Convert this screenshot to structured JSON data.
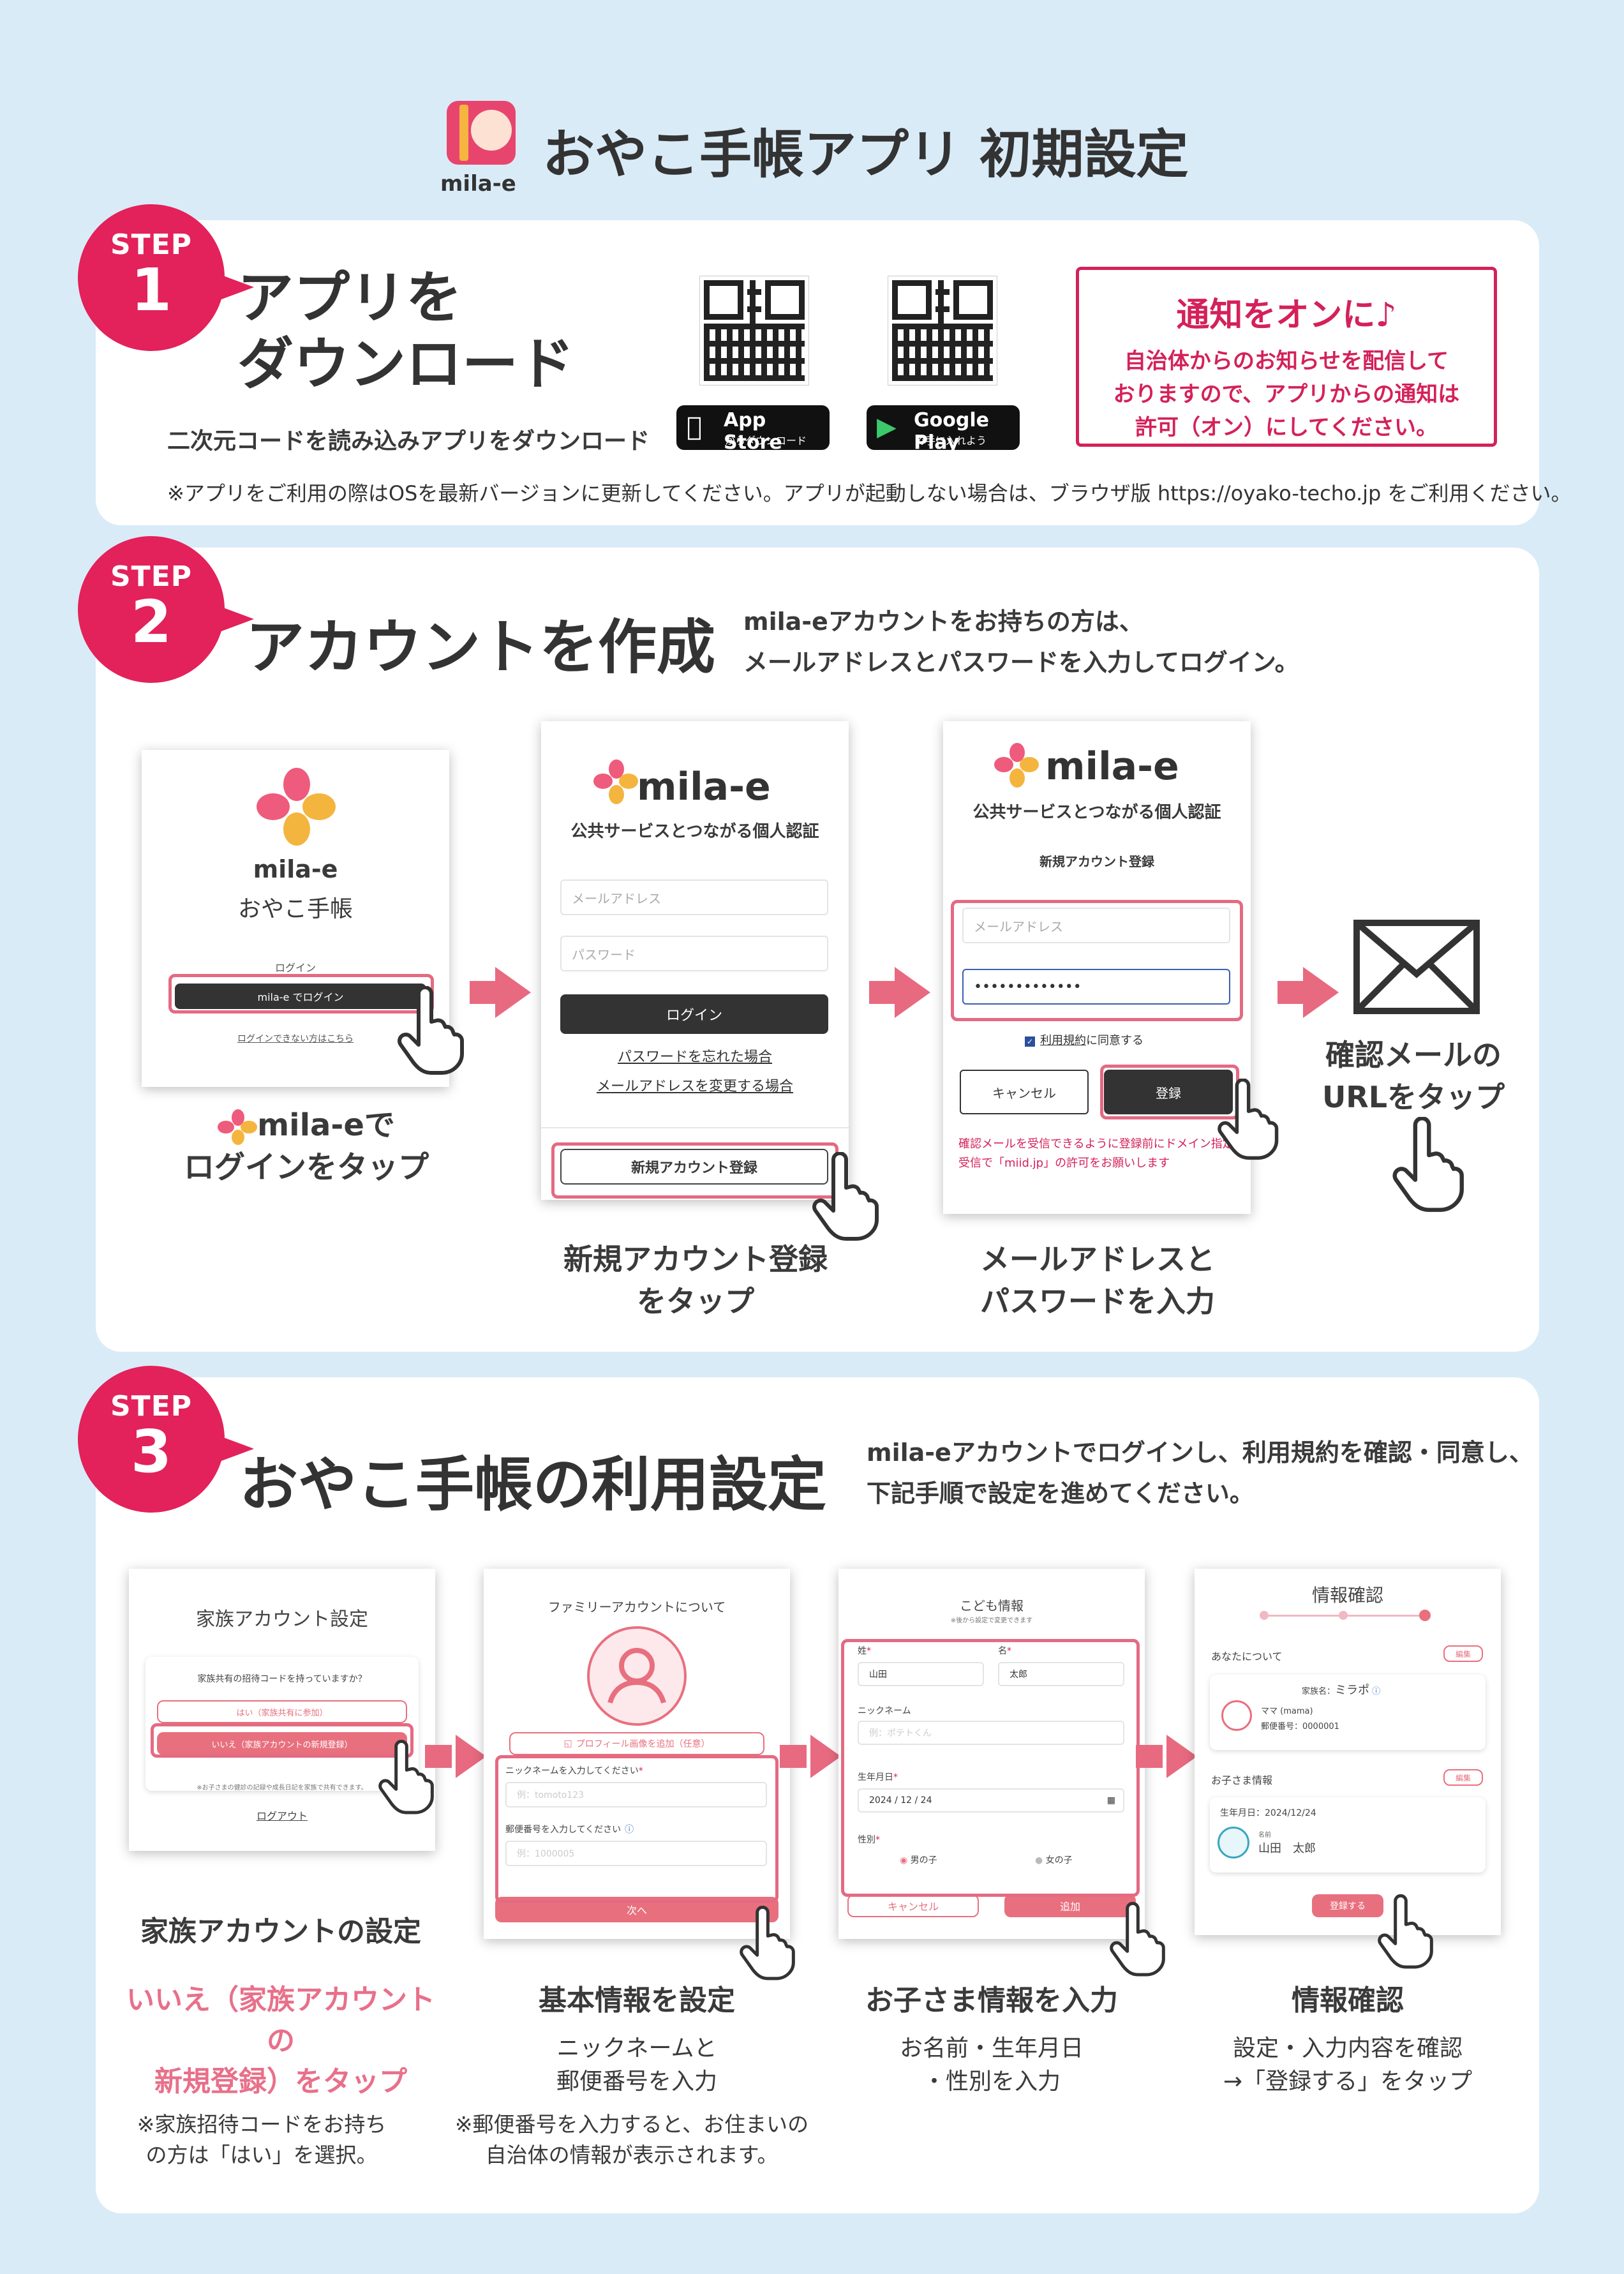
{
  "header": {
    "brand": "mila-e",
    "title": "おやこ手帳アプリ 初期設定"
  },
  "step1": {
    "label": "STEP",
    "number": "1",
    "title_line1": "アプリを",
    "title_line2": "ダウンロード",
    "subtitle": "二次元コードを読み込みアプリをダウンロード",
    "app_store": {
      "big": "App Store",
      "small": "からダウンロード"
    },
    "google_play": {
      "big": "Google Play",
      "small": "で手に入れよう"
    },
    "notice_title": "通知をオンに♪",
    "notice_line1": "自治体からのお知らせを配信して",
    "notice_line2": "おりますので、アプリからの通知は",
    "notice_line3": "許可（オン）にしてください。",
    "footnote": "※アプリをご利用の際はOSを最新バージョンに更新してください。アプリが起動しない場合は、ブラウザ版 https://oyako-techo.jp をご利用ください。"
  },
  "step2": {
    "label": "STEP",
    "number": "2",
    "title": "アカウントを作成",
    "desc_line1": "mila-eアカウントをお持ちの方は、",
    "desc_line2": "メールアドレスとパスワードを入力してログイン。",
    "screen1": {
      "brand": "mila-e",
      "app": "おやこ手帳",
      "login_label": "ログイン",
      "login_btn": "mila-e でログイン",
      "trouble": "ログインできない方はこちら"
    },
    "screen2": {
      "brand": "mila-e",
      "tagline": "公共サービスとつながる個人認証",
      "email_ph": "メールアドレス",
      "pass_ph": "パスワード",
      "login_btn": "ログイン",
      "forgot": "パスワードを忘れた場合",
      "change_email": "メールアドレスを変更する場合",
      "register_btn": "新規アカウント登録"
    },
    "screen3": {
      "brand": "mila-e",
      "tagline": "公共サービスとつながる個人認証",
      "heading": "新規アカウント登録",
      "email_ph": "メールアドレス",
      "password_value": "•••••••••••••",
      "terms_link": "利用規約",
      "terms_rest": "に同意する",
      "cancel": "キャンセル",
      "register": "登録",
      "warning": "確認メールを受信できるように登録前にドメイン指定受信で「miid.jp」の許可をお願いします"
    },
    "cap1_line1": "mila-eで",
    "cap1_line2": "ログインをタップ",
    "cap2_line1": "新規アカウント登録",
    "cap2_line2": "をタップ",
    "cap3_line1": "メールアドレスと",
    "cap3_line2": "パスワードを入力",
    "cap4_line1": "確認メールの",
    "cap4_line2": "URLをタップ"
  },
  "step3": {
    "label": "STEP",
    "number": "3",
    "title": "おやこ手帳の利用設定",
    "desc_line1": "mila-eアカウントでログインし、利用規約を確認・同意し、",
    "desc_line2": "下記手順で設定を進めてください。",
    "s1": {
      "title": "家族アカウント設定",
      "question": "家族共有の招待コードを持っていますか？",
      "yes": "はい（家族共有に参加）",
      "no": "いいえ（家族アカウントの新規登録）",
      "note": "※お子さまの健診の記録や成長日記を家族で共有できます。",
      "logout": "ログアウト"
    },
    "s2": {
      "title": "ファミリーアカウントについて",
      "photo_btn": "プロフィール画像を追加（任意）",
      "nick_label": "ニックネームを入力してください",
      "nick_ph": "例：tomoto123",
      "zip_label": "郵便番号を入力してください",
      "zip_ph": "例：1000005",
      "next": "次へ"
    },
    "s3": {
      "title": "こども情報",
      "sub": "※後から設定で変更できます",
      "sei": "姓",
      "mei": "名",
      "sei_val": "山田",
      "mei_val": "太郎",
      "nick": "ニックネーム",
      "nick_ph": "例：ポテトくん",
      "birth": "生年月日",
      "birth_val": "2024 / 12 / 24",
      "sex": "性別",
      "boy": "男の子",
      "girl": "女の子",
      "cancel": "キャンセル",
      "add": "追加"
    },
    "s4": {
      "title": "情報確認",
      "about": "あなたについて",
      "edit": "編集",
      "family_name_label": "家族名：",
      "family_name": "ミラポ",
      "role": "ママ (mama)",
      "zip": "郵便番号：0000001",
      "child_info": "お子さま情報",
      "birth": "生年月日：2024/12/24",
      "name_label": "名前",
      "name": "山田　太郎",
      "register": "登録する"
    },
    "c1_title": "家族アカウントの設定",
    "c1_pink1": "いいえ（家族アカウントの",
    "c1_pink2": "新規登録）をタップ",
    "c1_note1": "※家族招待コードをお持ち",
    "c1_note2": "の方は「はい」を選択。",
    "c2_title": "基本情報を設定",
    "c2_line1": "ニックネームと",
    "c2_line2": "郵便番号を入力",
    "c2_note1": "※郵便番号を入力すると、お住まいの",
    "c2_note2": "自治体の情報が表示されます。",
    "c3_title": "お子さま情報を入力",
    "c3_line1": "お名前・生年月日",
    "c3_line2": "・性別を入力",
    "c4_title": "情報確認",
    "c4_line1": "設定・入力内容を確認",
    "c4_line2": "→「登録する」をタップ"
  }
}
